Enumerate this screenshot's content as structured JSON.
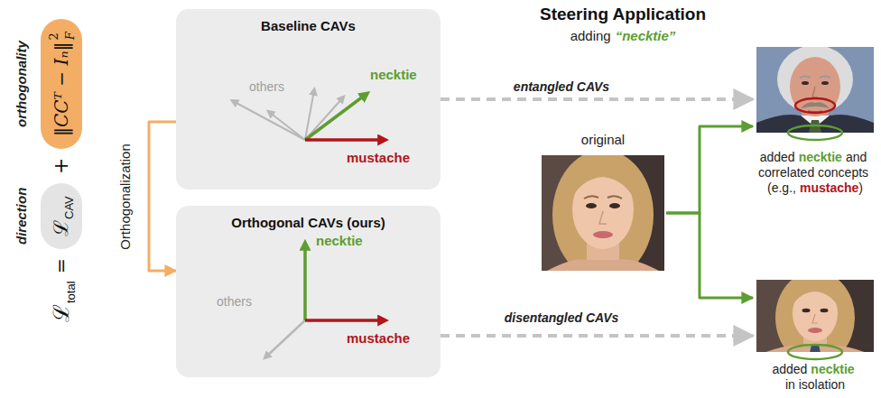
{
  "diagram": {
    "title": "Steering Application",
    "nodes": [
      {
        "text": [
          "ℒ",
          "CAV"
        ]
      },
      {
        "text": [
          "‖CCᵀ − Iₙ‖",
          "2",
          "F"
        ]
      },
      {
        "text": [
          "Baseline CAVs"
        ]
      },
      {
        "text": [
          "Orthogonal CAVs (ours)"
        ]
      },
      {
        "text": [
          "original"
        ]
      },
      {
        "text": [
          "added",
          "necktie",
          "and",
          "correlated concepts",
          "(e.g.,",
          "mustache",
          ")"
        ]
      },
      {
        "text": [
          "added",
          "necktie",
          "in isolation"
        ]
      }
    ],
    "edges": [
      {
        "from": 2,
        "to": 3,
        "arrow": "to",
        "label": "Orthogonalization"
      },
      {
        "from": 2,
        "to": 5,
        "arrow": "to",
        "label": "entangled CAVs"
      },
      {
        "from": 4,
        "to": 5,
        "arrow": "to"
      },
      {
        "from": 4,
        "to": 6,
        "arrow": "to"
      },
      {
        "from": 3,
        "to": 6,
        "arrow": "to",
        "label": "disentangled CAVs"
      }
    ],
    "labels": [
      "ℒ",
      "total",
      "=",
      "direction",
      "+",
      "orthogonality",
      "others",
      "necktie",
      "mustache",
      "necktie",
      "mustache",
      "others",
      "adding",
      "“necktie”"
    ]
  }
}
